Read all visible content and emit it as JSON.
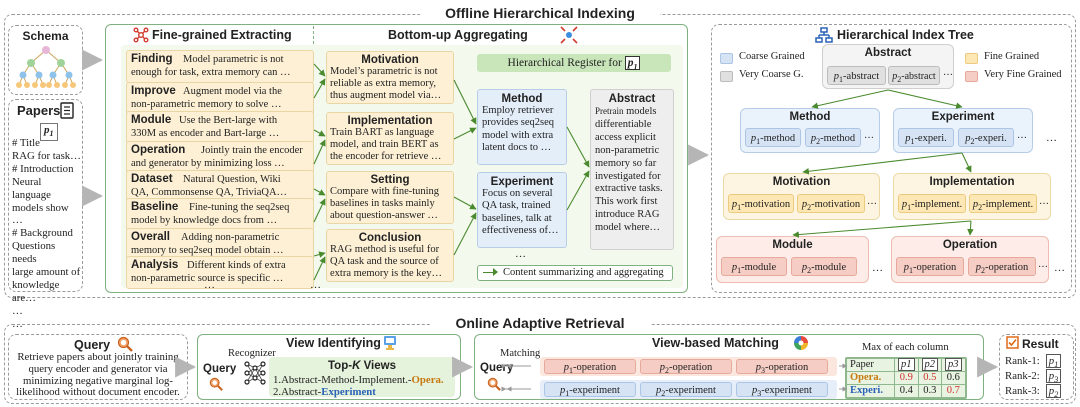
{
  "offline_title": "Offline Hierarchical Indexing",
  "online_title": "Online Adaptive Retrieval",
  "schema": {
    "title": "Schema"
  },
  "papers": {
    "title": "Papers",
    "paper_id": "p",
    "paper_sub": "1",
    "lines": "# Title\nRAG for task…\n# Introduction\nNeural language\nmodels show …\n# Background\nQuestions needs\nlarge amount of\nknowledge are…\n…\n…"
  },
  "fine_grained": {
    "title": "Fine-grained Extracting",
    "rows": [
      {
        "key": "Finding",
        "text": "Model parametric is not\nenough for task, extra memory can …"
      },
      {
        "key": "Improve",
        "text": "Augment model via the\nnon-parametric memory to solve …"
      },
      {
        "key": "Module",
        "text": "Use the Bert-large with\n330M as encoder and Bart-large …"
      },
      {
        "key": "Operation",
        "text": "Jointly train the encoder\nand generator by minimizing loss …"
      },
      {
        "key": "Dataset",
        "text": "Natural Question, Wiki\nQA, Commonsense QA, TriviaQA…"
      },
      {
        "key": "Baseline",
        "text": "Fine-tuning the seq2seq\nmodel by knowledge docs from …"
      },
      {
        "key": "Overall",
        "text": "Adding non-parametric\nmemory to seq2seq model obtain …"
      },
      {
        "key": "Analysis",
        "text": "Different kinds of extra\nnon-parametric source is specific …"
      }
    ]
  },
  "bottom_up": {
    "title": "Bottom-up Aggregating",
    "register_label": "Hierarchical Register for",
    "register_p": "p",
    "register_sub": "1",
    "middle": [
      {
        "title": "Motivation",
        "text": "Model’s parametric is not\nreliable as extra memory,\nthus augment model via…"
      },
      {
        "title": "Implementation",
        "text": "Train BART as language\nmodel, and train BERT as\nthe encoder for retrieve …"
      },
      {
        "title": "Setting",
        "text": "Compare with fine-tuning\nbaselines in tasks mainly\nabout question-answer …"
      },
      {
        "title": "Conclusion",
        "text": "RAG method is useful for\nQA task and the source of\nextra memory is the key…"
      }
    ],
    "method": {
      "title": "Method",
      "text": "Employ retriever\nprovides seq2seq\nmodel with extra\nlatent docs to …"
    },
    "experiment": {
      "title": "Experiment",
      "text": "Focus on several\nQA task, trained\nbaselines, talk at\neffectiveness of…"
    },
    "abstract": {
      "title": "Abstract",
      "lead": "Pretrain",
      "text": " models\ndifferentiable\naccess explicit\nnon-parametric\nmemory so far\ninvestigated for\nextractive tasks.\nThis work first\nintroduce RAG\nmodel where…"
    },
    "legend": "Content summarizing and aggregating",
    "dots": "…"
  },
  "tree": {
    "title": "Hierarchical Index Tree",
    "legend": [
      "Coarse Grained",
      "Very Coarse G.",
      "Fine Grained",
      "Very Fine Grained"
    ],
    "abstract": {
      "title": "Abstract",
      "c1": "-abstract",
      "c2": "-abstract"
    },
    "method": {
      "title": "Method",
      "c1": "-method",
      "c2": "-method"
    },
    "experiment": {
      "title": "Experiment",
      "c1": "-experi.",
      "c2": "-experi."
    },
    "motivation": {
      "title": "Motivation",
      "c1": "-motivation",
      "c2": "-motivation"
    },
    "implementation": {
      "title": "Implementation",
      "c1": "-implement.",
      "c2": "-implement."
    },
    "module": {
      "title": "Module",
      "c1": "-module",
      "c2": "-module"
    },
    "operation": {
      "title": "Operation",
      "c1": "-operation",
      "c2": "-operation"
    },
    "p": "p",
    "s1": "1",
    "s2": "2",
    "ell": "…"
  },
  "query": {
    "title": "Query",
    "text": "Retrieve papers about jointly training query encoder and generator via minimizing negative marginal log-likelihood without document encoder."
  },
  "view_identifying": {
    "title": "View Identifying",
    "recognizer": "Recognizer",
    "query_label": "Query",
    "topk_prefix": "Top-",
    "topk_k": "K",
    "topk_suffix": " Views",
    "view1": "1.Abstract-Method-Implement.-",
    "view1_hl": "Opera.",
    "view2": "2.Abstract-",
    "view2_hl": "Experiment"
  },
  "view_matching": {
    "title": "View-based Matching",
    "matching_label": "Matching",
    "query_label": "Query",
    "row1": [
      "-operation",
      "-operation",
      "-operation"
    ],
    "row2": [
      "-experiment",
      "-experiment",
      "-experiment"
    ],
    "subs": [
      "1",
      "2",
      "3"
    ],
    "max_label": "Max of each column",
    "header": [
      "Paper",
      "p1",
      "p2",
      "p3"
    ],
    "rows": [
      {
        "label": "Opera.",
        "values": [
          "0.9",
          "0.5",
          "0.6"
        ]
      },
      {
        "label": "Experi.",
        "values": [
          "0.4",
          "0.3",
          "0.7"
        ]
      }
    ]
  },
  "result": {
    "title": "Result",
    "ranks": [
      {
        "label": "Rank-1:",
        "p": "p",
        "sub": "1"
      },
      {
        "label": "Rank-2:",
        "p": "p",
        "sub": "3"
      },
      {
        "label": "Rank-3:",
        "p": "p",
        "sub": "2"
      }
    ]
  },
  "colors": {
    "blue_text": "#2a62b7",
    "orange_text": "#c77a10",
    "red_value": "#d0312d",
    "green_frame": "#7fb07f"
  }
}
